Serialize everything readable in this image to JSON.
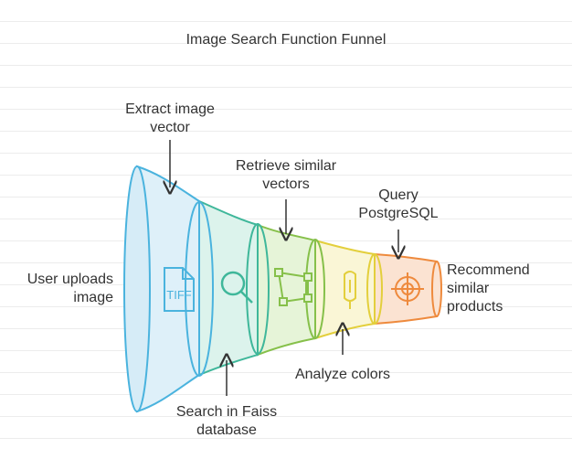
{
  "title": "Image Search Function Funnel",
  "stages": [
    {
      "label": "User uploads image",
      "lines": [
        "User uploads",
        "image"
      ],
      "icon": "tiff-file-icon",
      "icon_text": "TIFF",
      "color": "#4ab3de",
      "fill": "#def0f9"
    },
    {
      "label": "Extract image vector",
      "lines": [
        "Extract image",
        "vector"
      ],
      "icon": "magnifier-icon",
      "color": "#3fb79a",
      "fill": "#dcf3ec"
    },
    {
      "label": "Search in Faiss database",
      "lines": [
        "Search in Faiss",
        "database"
      ],
      "icon": "polygon-vector-icon",
      "color": "#86c04a",
      "fill": "#e6f4d8"
    },
    {
      "label": "Retrieve similar vectors",
      "lines": [
        "Retrieve similar",
        "vectors"
      ],
      "icon": "color-dropper-icon",
      "color": "#e3cf3c",
      "fill": "#faf6d6"
    },
    {
      "label": "Analyze colors",
      "lines": [
        "Analyze colors"
      ],
      "icon": "target-icon",
      "color": "#ee8a3d",
      "fill": "#fbe3d2"
    },
    {
      "label": "Query PostgreSQL",
      "lines": [
        "Query",
        "PostgreSQL"
      ]
    },
    {
      "label": "Recommend similar products",
      "lines": [
        "Recommend",
        "similar",
        "products"
      ]
    }
  ]
}
